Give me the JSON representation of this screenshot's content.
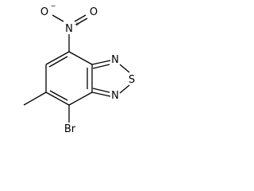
{
  "molecule": {
    "atoms": {
      "nitro_o_left": "O",
      "nitro_o_left_charge": "−",
      "nitro_n": "N",
      "nitro_n_charge": "+",
      "nitro_o_right": "O",
      "ring_n_top": "N",
      "ring_s": "S",
      "ring_n_bottom": "N",
      "bromine": "Br"
    }
  }
}
